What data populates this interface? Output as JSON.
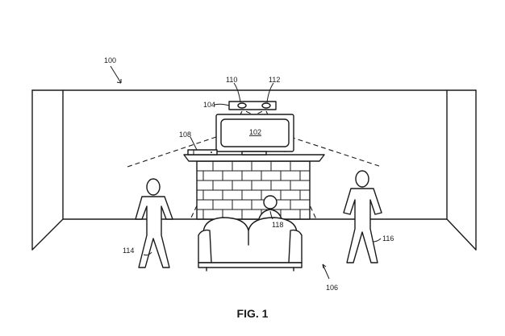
{
  "labels": {
    "system": "100",
    "display": "102",
    "sensor_bar": "104",
    "room": "106",
    "console": "108",
    "camera_left": "110",
    "camera_right": "112",
    "person_left": "114",
    "person_right": "116",
    "person_seated": "118"
  },
  "caption": "FIG. 1"
}
